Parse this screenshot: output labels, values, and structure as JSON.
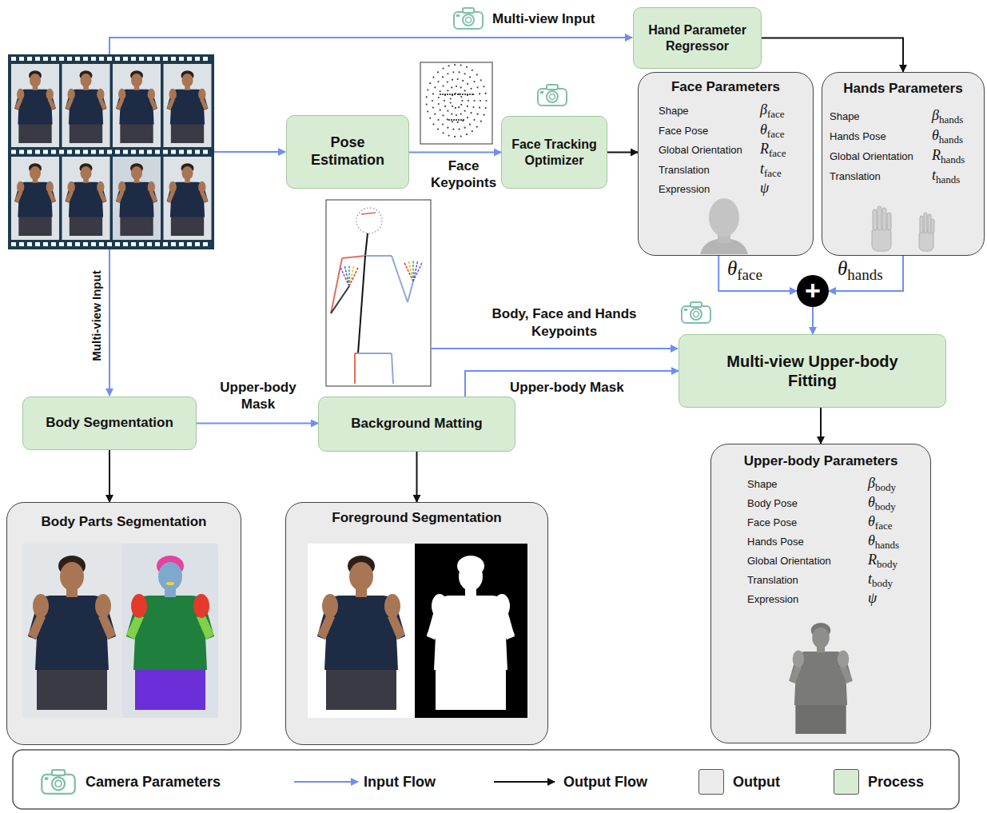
{
  "diagram": {
    "nodes": [
      {
        "text": [
          "Hand Parameter Regressor"
        ]
      },
      {
        "text": [
          "Pose Estimation"
        ]
      },
      {
        "text": [
          "Face Tracking Optimizer"
        ]
      },
      {
        "text": [
          "Face Parameters",
          "Shape",
          "β",
          "face",
          "Face Pose",
          "θ",
          "face",
          "Global Orientation",
          "R",
          "face",
          "Translation",
          "t",
          "face",
          "Expression",
          "ψ"
        ]
      },
      {
        "text": [
          "Hands Parameters",
          "Shape",
          "β",
          "hands",
          "Hands Pose",
          "θ",
          "hands",
          "Global Orientation",
          "R",
          "hands",
          "Translation",
          "t",
          "hands"
        ]
      },
      {
        "text": [
          "+"
        ]
      },
      {
        "text": [
          "Multi-view Upper-body Fitting"
        ]
      },
      {
        "text": [
          "Upper-body Parameters",
          "Shape",
          "β",
          "body",
          "Body Pose",
          "θ",
          "body",
          "Face Pose",
          "θ",
          "face",
          "Hands Pose",
          "θ",
          "hands",
          "Global Orientation",
          "R",
          "body",
          "Translation",
          "t",
          "body",
          "Expression",
          "ψ"
        ]
      },
      {
        "text": [
          "Body Segmentation"
        ]
      },
      {
        "text": [
          "Background Matting"
        ]
      },
      {
        "text": [
          "Body Parts Segmentation"
        ]
      },
      {
        "text": [
          "Foreground Segmentation"
        ]
      }
    ],
    "edges": [
      {
        "from": 1,
        "to": 2,
        "label": "Face Keypoints",
        "arrow": "to"
      },
      {
        "from": 2,
        "to": 3,
        "arrow": "to"
      },
      {
        "from": 0,
        "to": 4,
        "arrow": "to"
      },
      {
        "from": 3,
        "to": 5,
        "arrow": "to"
      },
      {
        "from": 4,
        "to": 5,
        "arrow": "to"
      },
      {
        "from": 5,
        "to": 6,
        "arrow": "to"
      },
      {
        "from": 6,
        "to": 7,
        "arrow": "to"
      },
      {
        "from": 8,
        "to": 9,
        "label": "Upper-body Mask",
        "arrow": "to"
      },
      {
        "from": 9,
        "to": 6,
        "label": "Upper-body Mask",
        "arrow": "to"
      },
      {
        "from": 8,
        "to": 10,
        "arrow": "to"
      },
      {
        "from": 9,
        "to": 11,
        "arrow": "to"
      }
    ],
    "labels": [
      "Multi-view Input",
      "Multi-view Input",
      "Body, Face and Hands Keypoints",
      "θ",
      "face",
      "θ",
      "hands"
    ],
    "legend": [
      {
        "text": "Camera Parameters"
      },
      {
        "text": "Input Flow"
      },
      {
        "text": "Output Flow"
      },
      {
        "text": "Output",
        "color": "#ebebeb"
      },
      {
        "text": "Process",
        "color": "#d8ecd4"
      }
    ]
  }
}
